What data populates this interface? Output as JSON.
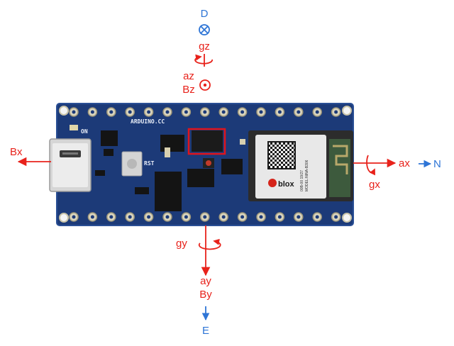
{
  "colors": {
    "axis_red": "#e8221b",
    "axis_blue": "#2e75d6",
    "board_navy": "#1c3a78",
    "board_dark": "#14254a",
    "pin_gold": "#c9c3a8",
    "module_bg": "#2c2c2c",
    "module_shield": "#e8e8e8",
    "highlight_box": "#e0141c"
  },
  "labels": {
    "d": "D",
    "gz": "gz",
    "az": "az",
    "bz": "Bz",
    "bx": "Bx",
    "ax": "ax",
    "n": "N",
    "gx": "gx",
    "gy": "gy",
    "ay": "ay",
    "by": "By",
    "e": "E"
  },
  "board": {
    "silkscreen_brand": "ARDUINO.CC",
    "silkscreen_on": "ON",
    "silkscreen_rst": "RST",
    "module_brand": "blox",
    "module_serial": "00B-00 19/27",
    "module_model": "MODEL:NINA-B306"
  },
  "icons": {
    "d_axis": "circled-x-into-page",
    "az_axis": "circled-dot-out-of-page",
    "rotation": "curved-rotation-arrow"
  }
}
